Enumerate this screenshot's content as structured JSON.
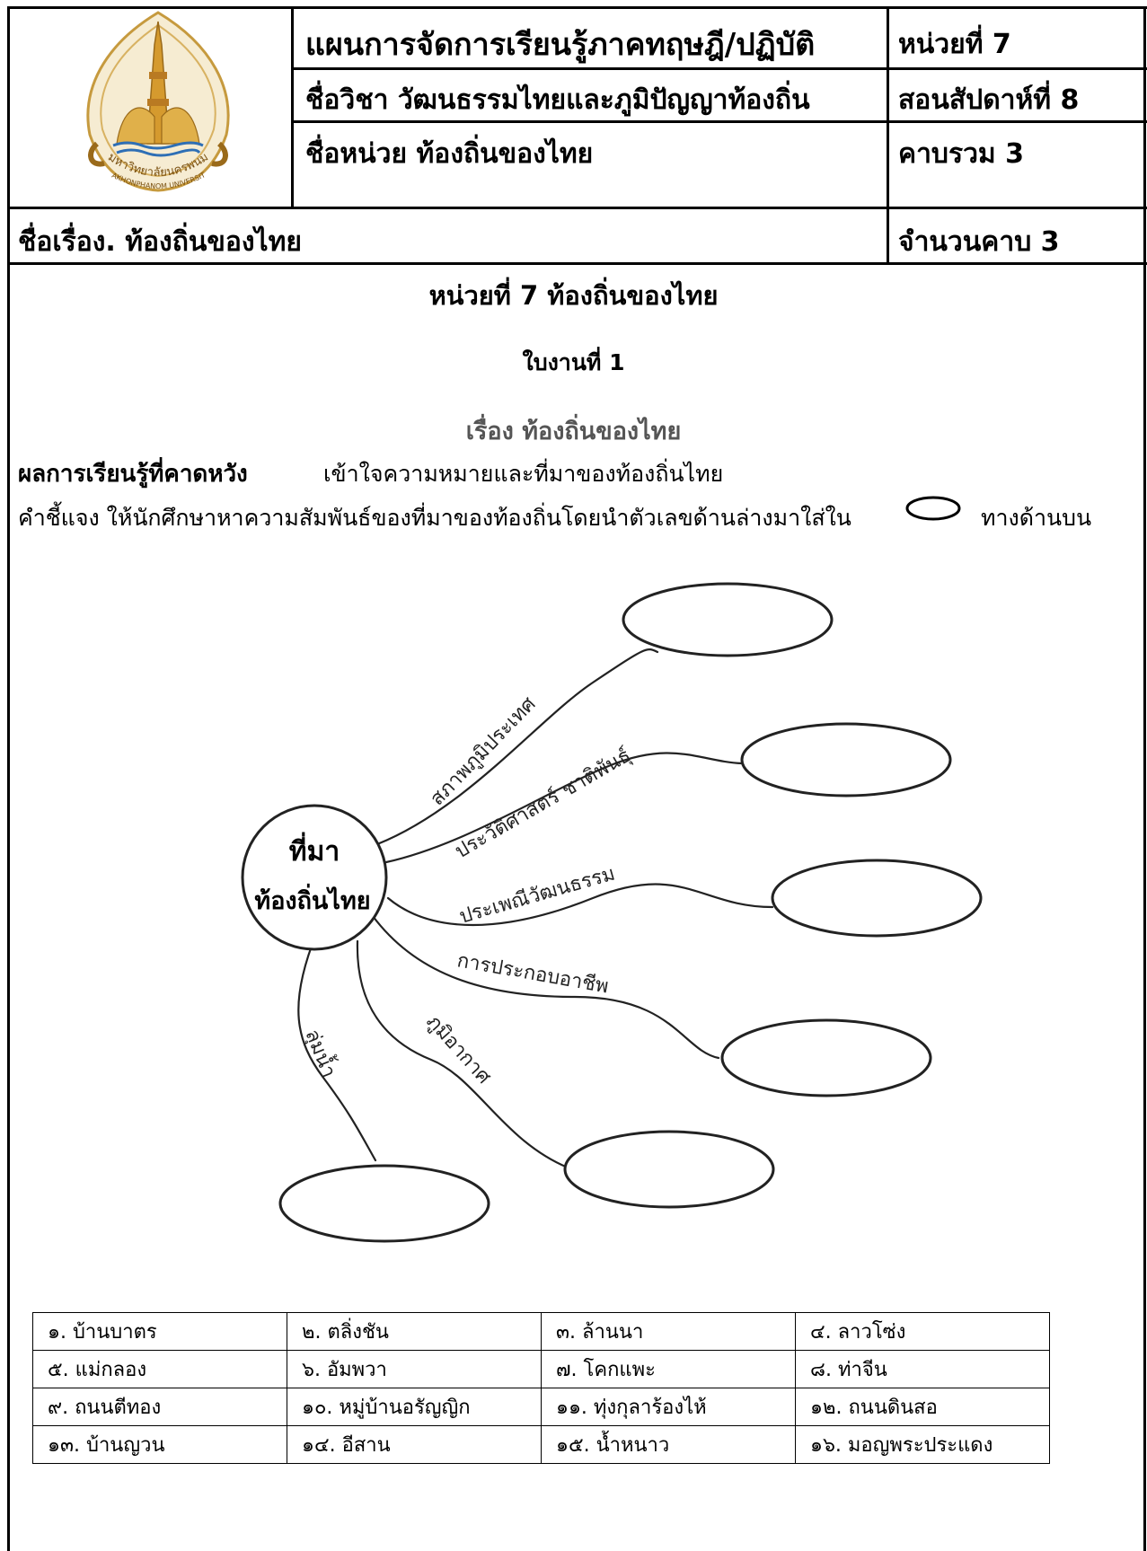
{
  "header": {
    "plan_title": "แผนการจัดการเรียนรู้ภาคทฤษฎี/ปฏิบัติ",
    "unit_no": "หน่วยที่ 7",
    "subject": "ชื่อวิชา  วัฒนธรรมไทยและภูมิปัญญาท้องถิ่น",
    "week": "สอนสัปดาห์ที่ 8",
    "unit_name": "ชื่อหน่วย ท้องถิ่นของไทย",
    "total_periods": "คาบรวม 3",
    "topic": "ชื่อเรื่อง. ท้องถิ่นของไทย",
    "periods": "จำนวนคาบ 3"
  },
  "logo": {
    "text_upper": "มหาวิทยาลัยนครพนม",
    "text_lower": "NAKHONPHANOM UNIVERSITY"
  },
  "worksheet": {
    "unit_heading": "หน่วยที่ 7   ท้องถิ่นของไทย",
    "sheet_no": "ใบงานที่ 1",
    "subject_line": "เรื่อง  ท้องถิ่นของไทย",
    "outcome_label": "ผลการเรียนรู้ที่คาดหวัง",
    "outcome_text": "เข้าใจความหมายและที่มาของท้องถิ่นไทย",
    "instruction_before": "คำชี้แจง  ให้นักศึกษาหาความสัมพันธ์ของที่มาของท้องถิ่นโดยนำตัวเลขด้านล่างมาใส่ใน",
    "instruction_after": "ทางด้านบน"
  },
  "diagram": {
    "center_line1": "ที่มา",
    "center_line2": "ท้องถิ่นไทย",
    "branches": [
      "สภาพภูมิประเทศ",
      "ประวัติศาสตร์ ชาติพันธุ์",
      "ประเพณีวัฒนธรรม",
      "การประกอบอาชีพ",
      "ภูมิอากาศ",
      "ลุ่มน้ำ"
    ]
  },
  "options": [
    [
      "๑. บ้านบาตร",
      "๒. ตลิ่งชัน",
      "๓. ล้านนา",
      "๔. ลาวโซ่ง"
    ],
    [
      "๕. แม่กลอง",
      "๖. อัมพวา",
      "๗. โคกแพะ",
      "๘. ท่าจีน"
    ],
    [
      "๙. ถนนตีทอง",
      "๑๐. หมู่บ้านอรัญญิก",
      "๑๑. ทุ่งกุลาร้องไห้",
      "๑๒. ถนนดินสอ"
    ],
    [
      "๑๓. บ้านญวน",
      "๑๔. อีสาน",
      "๑๕. น้ำหนาว",
      "๑๖. มอญพระประแดง"
    ]
  ]
}
